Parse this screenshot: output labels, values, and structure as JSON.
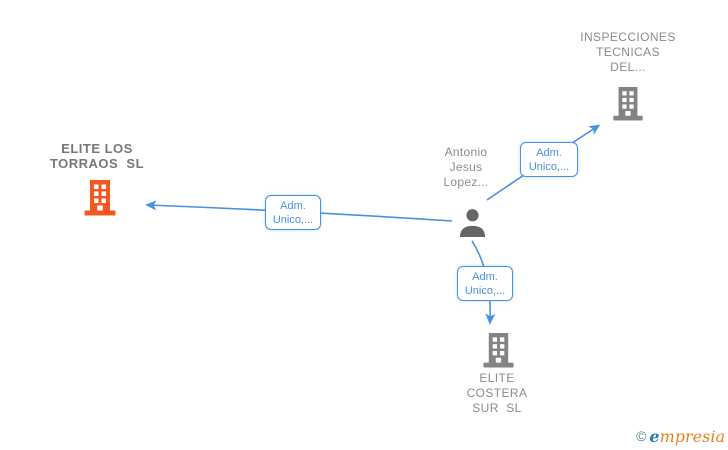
{
  "colors": {
    "accent_blue": "#4a90e2",
    "building_gray": "#848484",
    "building_orange": "#f4581f",
    "person_gray": "#666666",
    "label_text_gray": "#8b8b8b",
    "label_text_dark": "#777777",
    "logo_copyright": "#4e7f8e",
    "logo_blue": "#2a7ab0",
    "logo_orange": "#e8821e"
  },
  "nodes": {
    "inspecciones": {
      "line1": "INSPECCIONES",
      "line2": "TECNICAS",
      "line3": "DEL..."
    },
    "torraos": {
      "line1": "ELITE LOS",
      "line2": "TORRAOS  SL"
    },
    "antonio": {
      "line1": "Antonio",
      "line2": "Jesus",
      "line3": "Lopez..."
    },
    "costera": {
      "line1": "ELITE",
      "line2": "COSTERA",
      "line3": "SUR  SL"
    }
  },
  "edge_labels": {
    "to_torraos": {
      "line1": "Adm.",
      "line2": "Unico,..."
    },
    "to_inspecciones": {
      "line1": "Adm.",
      "line2": "Unico,..."
    },
    "to_costera": {
      "line1": "Adm.",
      "line2": "Unico,..."
    }
  },
  "watermark": {
    "copyright": "©",
    "brand_first": "e",
    "brand_rest": "mpresia"
  }
}
